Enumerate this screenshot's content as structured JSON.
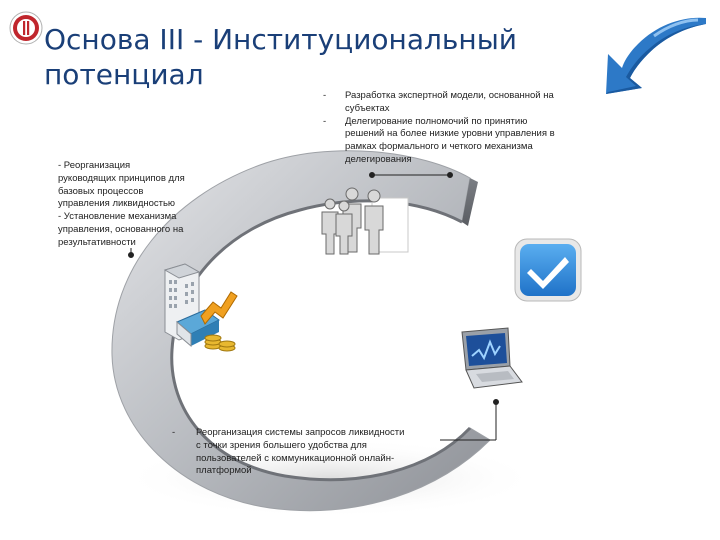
{
  "slide": {
    "title_line1": "Основа III - Институциональный",
    "title_line2": "потенциал",
    "logo_icon": "emblem-icon",
    "back_icon": "back-arrow-icon"
  },
  "notes": {
    "left": {
      "lines": [
        "- Реорганизация",
        "руководящих принципов для",
        "базовых процессов",
        "управления ликвидностью",
        "- Установление механизма",
        "управления, основанного на",
        "результативности"
      ]
    },
    "right": {
      "items": [
        "Разработка экспертной модели, основанной на субъектах",
        "Делегирование полномочий по принятию решений на более низкие уровни управления в рамках формального и четкого механизма делегирования"
      ]
    },
    "bottom": {
      "lines": [
        "Реорганизация системы запросов ликвидности",
        "с точки зрения большего удобства для",
        "пользователей с коммуникационной онлайн-",
        "платформой"
      ]
    }
  },
  "icons": {
    "check": "checkmark-icon",
    "laptop": "laptop-chart-icon",
    "people": "people-group-icon",
    "building": "building-finance-icon"
  },
  "colors": {
    "title": "#1a3f78",
    "arc_light": "#d4d6da",
    "arc_dark": "#8a8d93",
    "badge_blue": "#2f8be0",
    "arrow_blue": "#2d79c7"
  }
}
